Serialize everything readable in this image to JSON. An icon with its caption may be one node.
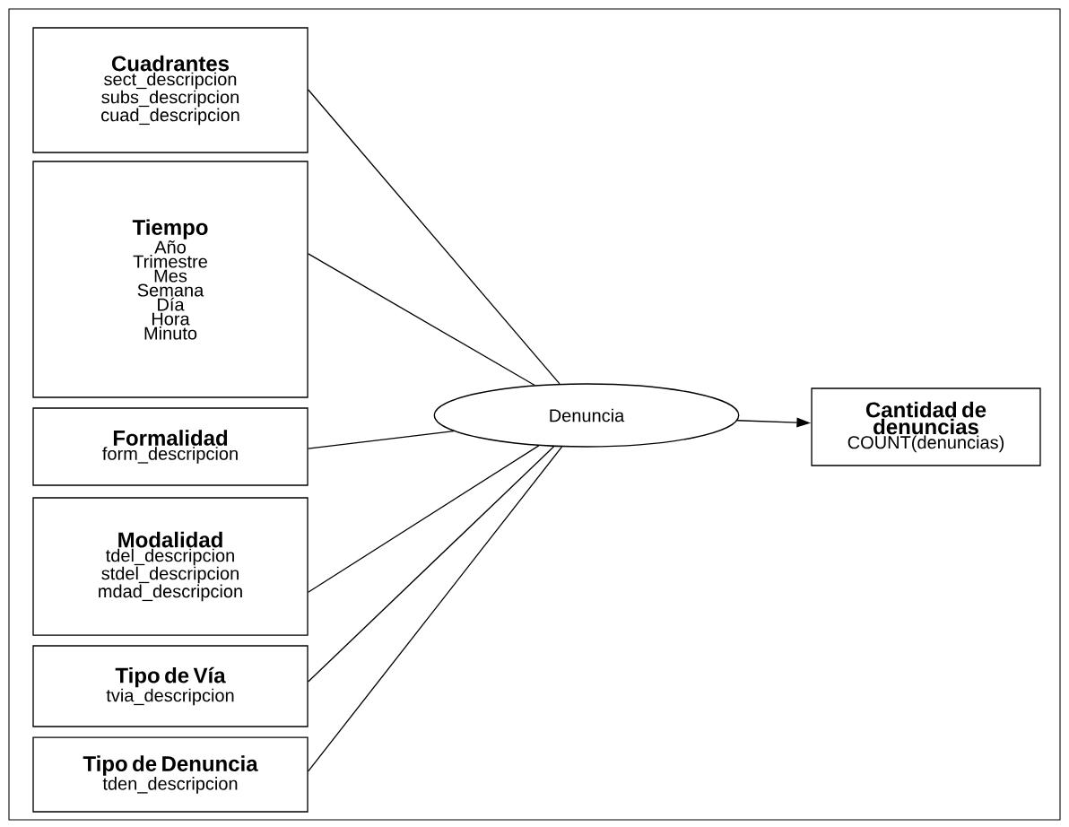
{
  "diagram": {
    "nodes": [
      {
        "text": [
          "Cuadrantes",
          "sect_descripcion",
          "subs_descripcion",
          "cuad_descripcion"
        ]
      },
      {
        "text": [
          "Tiempo",
          "Año",
          "Trimestre",
          "Mes",
          "Semana",
          "Día",
          "Hora",
          "Minuto"
        ]
      },
      {
        "text": [
          "Formalidad",
          "form_descripcion"
        ]
      },
      {
        "text": [
          "Modalidad",
          "tdel_descripcion",
          "stdel_descripcion",
          "mdad_descripcion"
        ]
      },
      {
        "text": [
          "Tipo de Vía",
          "tvia_descripcion"
        ]
      },
      {
        "text": [
          "Tipo de Denuncia",
          "tden_descripcion"
        ]
      },
      {
        "text": [
          "Denuncia"
        ]
      },
      {
        "text": [
          "Cantidad de denuncias",
          "COUNT(denuncias)"
        ]
      }
    ],
    "edges": [
      {
        "from": 0,
        "to": 6,
        "arrow": "none"
      },
      {
        "from": 1,
        "to": 6,
        "arrow": "none"
      },
      {
        "from": 2,
        "to": 6,
        "arrow": "none"
      },
      {
        "from": 3,
        "to": 6,
        "arrow": "none"
      },
      {
        "from": 4,
        "to": 6,
        "arrow": "none"
      },
      {
        "from": 5,
        "to": 6,
        "arrow": "none"
      },
      {
        "from": 6,
        "to": 7,
        "arrow": "to"
      }
    ]
  }
}
